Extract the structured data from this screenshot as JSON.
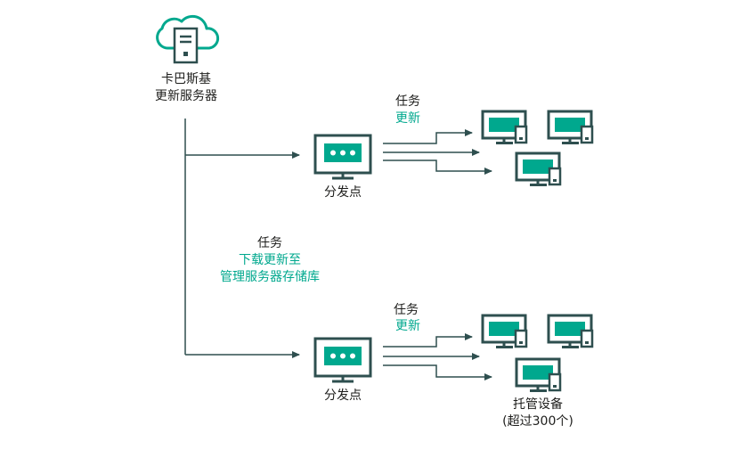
{
  "server": {
    "line1": "卡巴斯基",
    "line2": "更新服务器",
    "icon": "cloud-server-icon"
  },
  "middle_task": {
    "label": "任务",
    "desc_line1": "下载更新至",
    "desc_line2": "管理服务器存储库"
  },
  "branches": [
    {
      "distribution_point": "分发点",
      "task_label": "任务",
      "task_name": "更新"
    },
    {
      "distribution_point": "分发点",
      "task_label": "任务",
      "task_name": "更新",
      "devices_label": "托管设备",
      "devices_note": "(超过300个)"
    }
  ],
  "colors": {
    "line": "#2e4f4f",
    "accent": "#00a88e",
    "text": "#1d1d1b"
  }
}
